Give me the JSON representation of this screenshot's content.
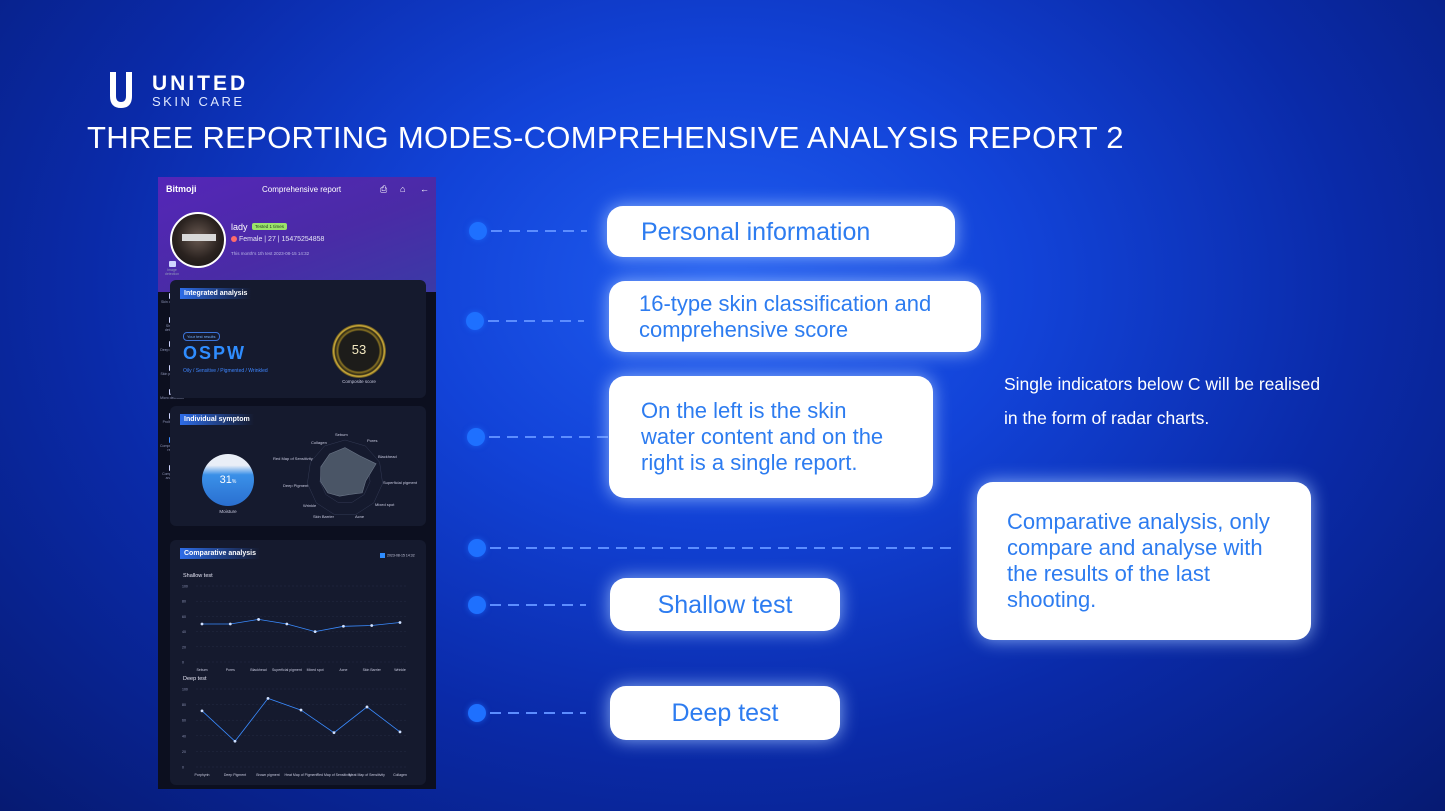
{
  "logo": {
    "brand": "UNITED",
    "sub": "SKIN CARE"
  },
  "title": "THREE REPORTING MODES-COMPREHENSIVE ANALYSIS REPORT 2",
  "app": {
    "name": "Bitmoji",
    "report_title": "Comprehensive report",
    "icons": [
      "print-icon",
      "home-icon",
      "back-arrow-icon"
    ],
    "user": {
      "name": "lady",
      "badge": "Tested 1 times",
      "meta": "Female | 27 | 15475254858",
      "date": "This month's 1th test 2023-08-15 14:32"
    },
    "side_nav": [
      {
        "label": "Image detection",
        "active": false
      },
      {
        "label": "Skin detection",
        "active": false
      },
      {
        "label": "Shallow detection",
        "active": false
      },
      {
        "label": "Deep detection",
        "active": false
      },
      {
        "label": "Skin prediction",
        "active": false
      },
      {
        "label": "Micro detection",
        "active": false
      },
      {
        "label": "Proliferation",
        "active": false
      },
      {
        "label": "Comprehensive report",
        "active": true
      },
      {
        "label": "Comparative analysis",
        "active": false
      }
    ],
    "integrated": {
      "title": "Integrated analysis",
      "result_tag": "Your test results",
      "skin_type": "OSPW",
      "skin_desc": "Oily / Sensitive / Pigmented / Wrinkled",
      "score": "53",
      "score_label": "Composite score"
    },
    "individual": {
      "title": "Individual symptom",
      "moisture_value": "31",
      "moisture_unit": "%",
      "moisture_label": "Moisture",
      "radar_labels": [
        "Sebum",
        "Pores",
        "Blackhead",
        "Superficial pigment",
        "Mixed spot",
        "Acne",
        "Skin Barrier",
        "Wrinkle",
        "Deep Pigment",
        "Red Map of Sensitivity",
        "Collagen"
      ]
    },
    "comparative": {
      "title": "Comparative analysis",
      "legend": "2023-08-15 14:32",
      "shallow_title": "Shallow test",
      "deep_title": "Deep test",
      "y_ticks": [
        "100",
        "80",
        "60",
        "40",
        "20",
        "0"
      ]
    }
  },
  "chart_data": [
    {
      "type": "line",
      "title": "Shallow test",
      "categories": [
        "Sebum",
        "Pores",
        "Blackhead",
        "Superficial pigment",
        "Mixed spot",
        "Acne",
        "Skin Barrier",
        "Wrinkle"
      ],
      "series": [
        {
          "values": [
            50,
            50,
            56,
            50,
            40,
            47,
            48,
            52
          ]
        }
      ],
      "ylim": [
        0,
        100
      ]
    },
    {
      "type": "line",
      "title": "Deep test",
      "categories": [
        "Porphyrin",
        "Deep Pigment",
        "Brown pigment",
        "Heat Map of Pigment",
        "Red Map of Sensitivity",
        "Heat Map of Sensitivity",
        "Collagen"
      ],
      "series": [
        {
          "values": [
            72,
            33,
            88,
            73,
            44,
            77,
            45
          ]
        }
      ],
      "ylim": [
        0,
        100
      ]
    }
  ],
  "radar": {
    "values": [
      80,
      70,
      90,
      55,
      60,
      45,
      50,
      60,
      65,
      70,
      75
    ]
  },
  "callouts": [
    {
      "text": "Personal information"
    },
    {
      "text": "16-type skin classification and comprehensive score"
    },
    {
      "text": "On the left is the skin water content and on the right is a single report."
    },
    {
      "text": "Shallow test"
    },
    {
      "text": "Deep test"
    },
    {
      "text": "Comparative analysis, only compare and analyse with the results of the last shooting."
    }
  ],
  "note": "Single indicators below C will be realised in the form of radar charts."
}
